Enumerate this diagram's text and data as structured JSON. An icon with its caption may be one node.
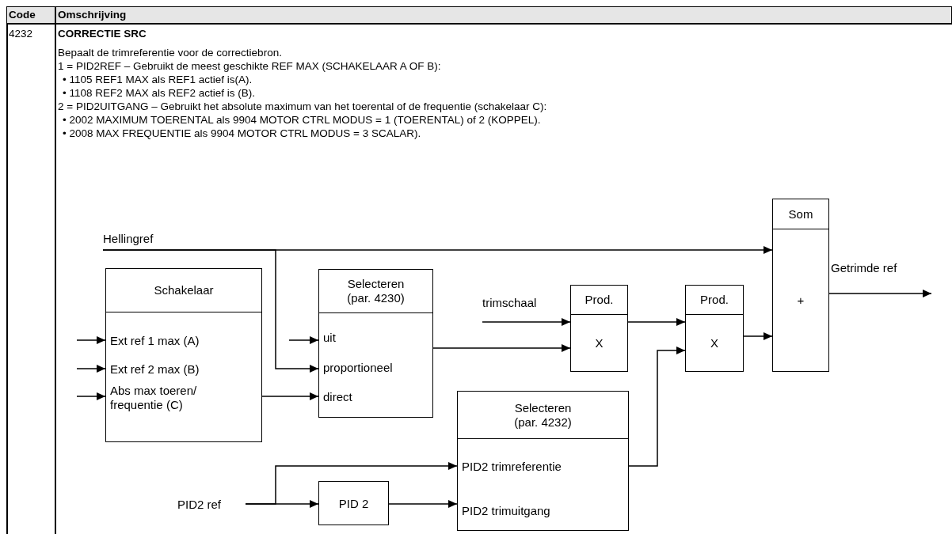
{
  "diagram": {
    "nodes": [
      {
        "text": [
          "Schakelaar"
        ]
      },
      {
        "text": [
          "Ext ref 1 max (A)"
        ],
        "in": 0
      },
      {
        "text": [
          "Ext ref 2 max (B)"
        ],
        "in": 0
      },
      {
        "text": [
          "Abs max toeren/ frequentie (C)"
        ],
        "in": 0
      },
      {
        "text": [
          "Selecteren (par. 4230)"
        ]
      },
      {
        "text": [
          "uit"
        ],
        "in": 4
      },
      {
        "text": [
          "proportioneel"
        ],
        "in": 4
      },
      {
        "text": [
          "direct"
        ],
        "in": 4
      },
      {
        "text": [
          "Hellingref"
        ]
      },
      {
        "text": [
          "trimschaal"
        ]
      },
      {
        "text": [
          "Prod.",
          "X"
        ]
      },
      {
        "text": [
          "Prod.",
          "X"
        ]
      },
      {
        "text": [
          "Som",
          "+"
        ]
      },
      {
        "text": [
          "Selecteren (par. 4232)"
        ]
      },
      {
        "text": [
          "PID2 trimreferentie"
        ],
        "in": 13
      },
      {
        "text": [
          "PID2 trimuitgang"
        ],
        "in": 13
      },
      {
        "text": [
          "PID2 ref"
        ]
      },
      {
        "text": [
          "PID 2"
        ]
      }
    ],
    "edges": [
      {
        "from": null,
        "to": 1,
        "arrow": "to"
      },
      {
        "from": null,
        "to": 2,
        "arrow": "to"
      },
      {
        "from": null,
        "to": 3,
        "arrow": "to"
      },
      {
        "from": null,
        "to": 5,
        "arrow": "to"
      },
      {
        "from": 8,
        "to": 6,
        "arrow": "to"
      },
      {
        "from": 8,
        "to": 12,
        "arrow": "to"
      },
      {
        "from": 0,
        "to": 7,
        "arrow": "to"
      },
      {
        "from": 4,
        "to": 10,
        "arrow": "to"
      },
      {
        "from": 9,
        "to": 10,
        "arrow": "to"
      },
      {
        "from": 10,
        "to": 11,
        "arrow": "to"
      },
      {
        "from": 13,
        "to": 11,
        "arrow": "to"
      },
      {
        "from": 11,
        "to": 12,
        "arrow": "to"
      },
      {
        "from": 12,
        "to": null,
        "arrow": "to",
        "label": "Getrimde ref"
      },
      {
        "from": 16,
        "to": 14,
        "arrow": "to"
      },
      {
        "from": 16,
        "to": 17,
        "arrow": "to"
      },
      {
        "from": 17,
        "to": 15,
        "arrow": "to"
      }
    ],
    "labels": [
      "Code",
      "Omschrijving",
      "4232",
      "CORRECTIE SRC",
      "Bepaalt de trimreferentie voor de correctiebron.",
      "1 = PID2REF – Gebruikt de meest geschikte REF MAX (SCHAKELAAR A OF B):",
      "• 1105 REF1 MAX als REF1 actief is(A).",
      "• 1108 REF2 MAX als REF2 actief is (B).",
      "2 = PID2UITGANG – Gebruikt het absolute maximum van het toerental of de frequentie (schakelaar C):",
      "• 2002 MAXIMUM TOERENTAL als 9904 MOTOR CTRL MODUS = 1 (TOERENTAL) of 2 (KOPPEL).",
      "• 2008 MAX FREQUENTIE als 9904 MOTOR CTRL MODUS = 3 SCALAR)."
    ]
  }
}
